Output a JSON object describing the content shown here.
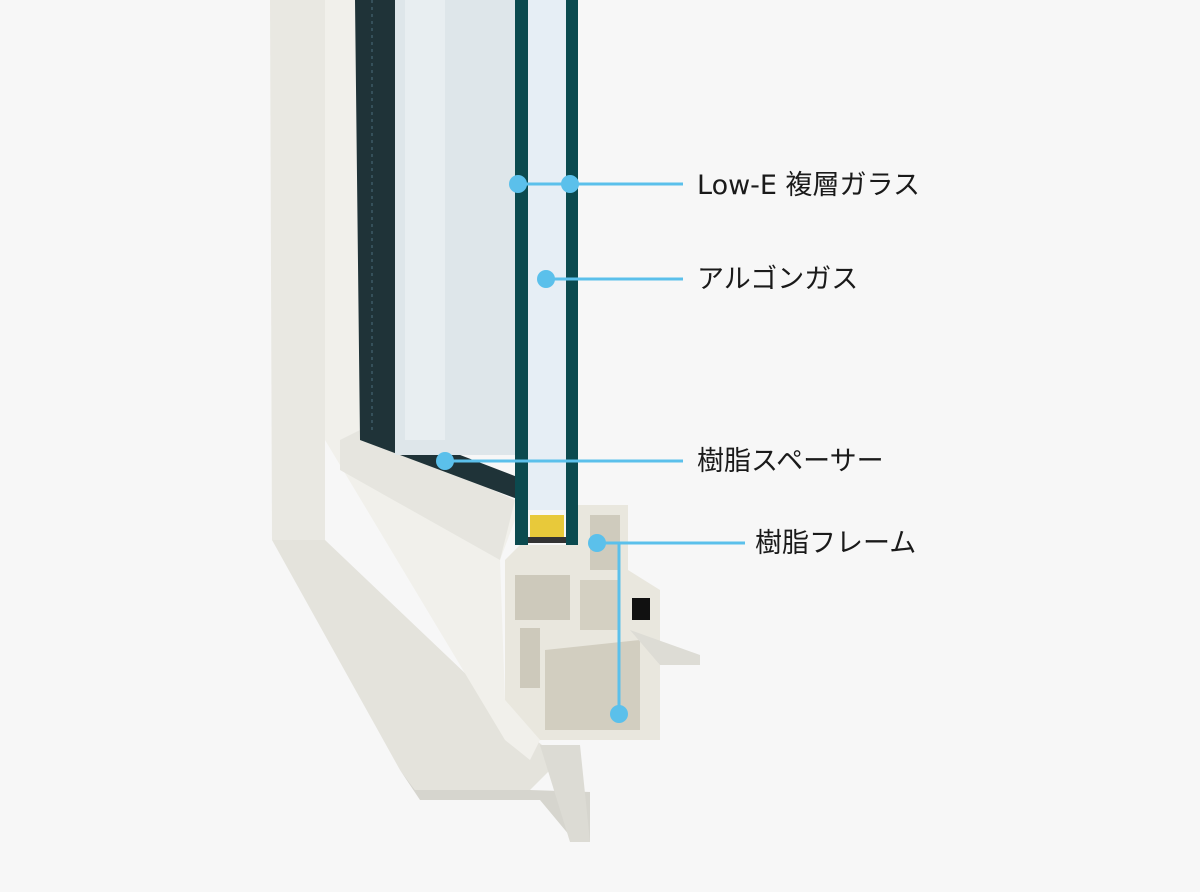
{
  "labels": {
    "low_e_glass": "Low-E 複層ガラス",
    "argon_gas": "アルゴンガス",
    "resin_spacer": "樹脂スペーサー",
    "resin_frame": "樹脂フレーム"
  },
  "colors": {
    "background": "#f7f7f7",
    "callout": "#5bc0eb",
    "glass_edge": "#0b4a4f",
    "frame": "#ecebe5",
    "spacer": "#e8c93a"
  }
}
